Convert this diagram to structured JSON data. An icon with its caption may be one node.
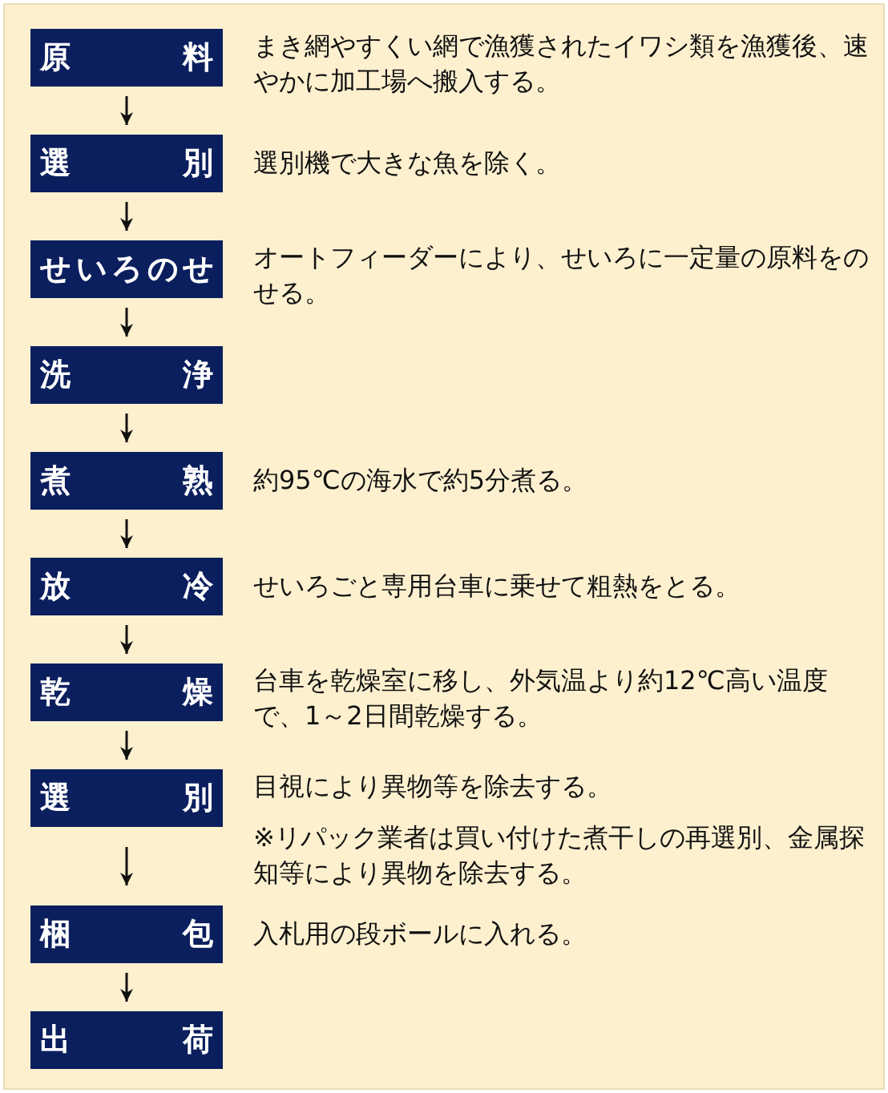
{
  "diagram": {
    "nodes": [
      {
        "text": [
          "原料"
        ],
        "beside": [
          "まき網やすくい網で漁獲されたイワシ類を漁獲後、速やかに加工場へ搬入する。"
        ]
      },
      {
        "text": [
          "選別"
        ],
        "beside": [
          "選別機で大きな魚を除く。"
        ]
      },
      {
        "text": [
          "せいろのせ"
        ],
        "beside": [
          "オートフィーダーにより、せいろに一定量の原料をのせる。"
        ]
      },
      {
        "text": [
          "洗浄"
        ]
      },
      {
        "text": [
          "煮熟"
        ],
        "beside": [
          "約95℃の海水で約5分煮る。"
        ]
      },
      {
        "text": [
          "放冷"
        ],
        "beside": [
          "せいろごと専用台車に乗せて粗熱をとる。"
        ]
      },
      {
        "text": [
          "乾燥"
        ],
        "beside": [
          "台車を乾燥室に移し、外気温より約12℃高い温度で、1～2日間乾燥する。"
        ]
      },
      {
        "text": [
          "選別"
        ],
        "beside": [
          "目視により異物等を除去する。",
          "※リパック業者は買い付けた煮干しの再選別、金属探知等により異物を除去する。"
        ]
      },
      {
        "text": [
          "梱包"
        ],
        "beside": [
          "入札用の段ボールに入れる。"
        ]
      },
      {
        "text": [
          "出荷"
        ]
      }
    ],
    "edges": [
      {
        "from": 0,
        "to": 1,
        "arrow": "to"
      },
      {
        "from": 1,
        "to": 2,
        "arrow": "to"
      },
      {
        "from": 2,
        "to": 3,
        "arrow": "to"
      },
      {
        "from": 3,
        "to": 4,
        "arrow": "to"
      },
      {
        "from": 4,
        "to": 5,
        "arrow": "to"
      },
      {
        "from": 5,
        "to": 6,
        "arrow": "to"
      },
      {
        "from": 6,
        "to": 7,
        "arrow": "to"
      },
      {
        "from": 7,
        "to": 8,
        "arrow": "to"
      },
      {
        "from": 8,
        "to": 9,
        "arrow": "to"
      }
    ]
  }
}
